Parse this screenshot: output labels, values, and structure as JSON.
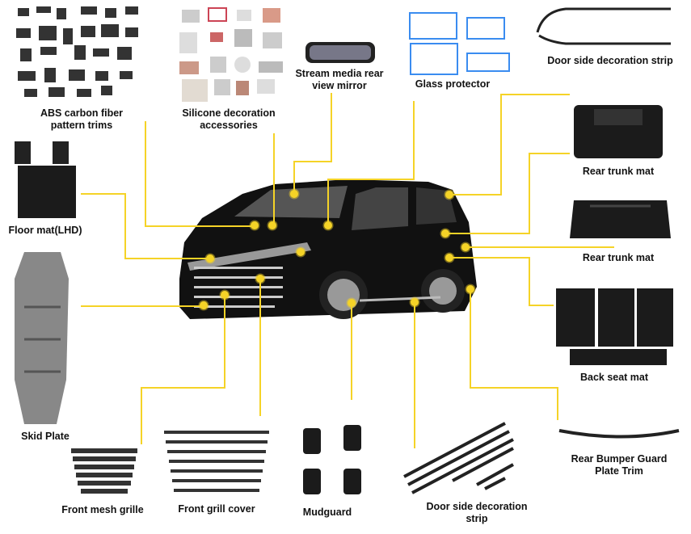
{
  "title": "Car accessories overview",
  "accent_color": "#f5d327",
  "labels": {
    "abs": "ABS carbon fiber\npattern trims",
    "silicone": "Silicone decoration\naccessories",
    "mirror": "Stream media rear\nview mirror",
    "glass": "Glass protector",
    "door_top": "Door side decoration strip",
    "trunk1": "Rear trunk mat",
    "floor": "Floor mat(LHD)",
    "trunk2": "Rear trunk mat",
    "backseat": "Back seat mat",
    "skid": "Skid Plate",
    "bumper": "Rear Bumper Guard\nPlate Trim",
    "mesh": "Front mesh grille",
    "grill": "Front grill cover",
    "mudguard": "Mudguard",
    "door_bottom": "Door side decoration\nstrip"
  }
}
